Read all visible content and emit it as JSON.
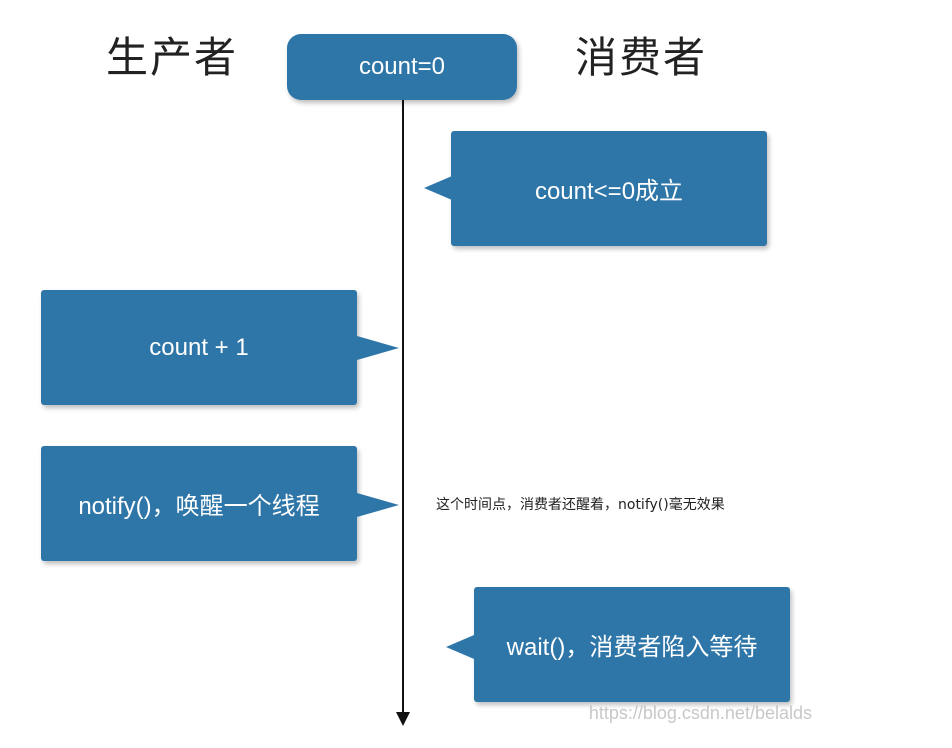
{
  "headers": {
    "producer": "生产者",
    "consumer": "消费者"
  },
  "boxes": {
    "count_init": "count=0",
    "count_check": "count<=0成立",
    "count_plus": "count + 1",
    "notify": "notify()，唤醒一个线程",
    "wait": "wait()，消费者陷入等待"
  },
  "note": "这个时间点，消费者还醒着，notify()毫无效果",
  "watermark": "https://blog.csdn.net/belalds",
  "colors": {
    "box": "#2f76a8",
    "text": "#ffffff",
    "line": "#111111"
  }
}
